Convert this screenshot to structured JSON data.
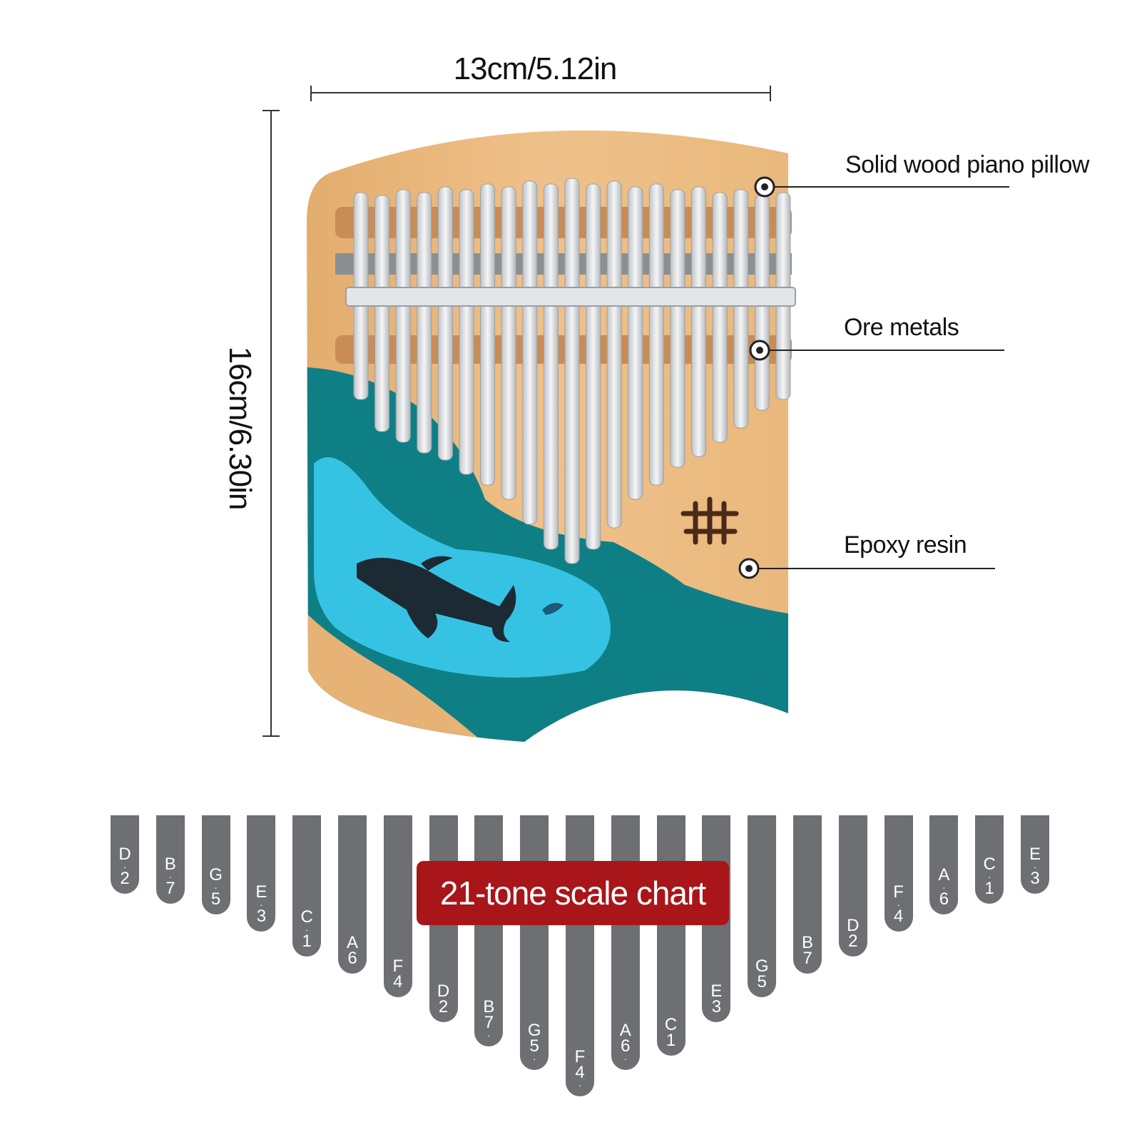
{
  "dimensions": {
    "width_label": "13cm/5.12in",
    "height_label": "16cm/6.30in"
  },
  "callouts": [
    {
      "label": "Solid wood piano pillow"
    },
    {
      "label": "Ore metals"
    },
    {
      "label": "Epoxy resin"
    }
  ],
  "colors": {
    "wood": "#e8b77a",
    "resin_dark": "#0f7f86",
    "resin_light": "#36c3e3",
    "tine_metal": "#d9dcdf",
    "key_gray": "#6e6f73",
    "banner_red": "#a8161a"
  },
  "scale_chart": {
    "title": "21-tone scale chart",
    "keys": [
      {
        "note": "D",
        "octave": "2",
        "mark": "dot-middle"
      },
      {
        "note": "B",
        "octave": "7",
        "mark": "dot-middle"
      },
      {
        "note": "G",
        "octave": "5",
        "mark": "dot-middle"
      },
      {
        "note": "E",
        "octave": "3",
        "mark": "dot-middle"
      },
      {
        "note": "C",
        "octave": "1",
        "mark": "dot-middle"
      },
      {
        "note": "A",
        "octave": "6",
        "mark": "none"
      },
      {
        "note": "F",
        "octave": "4",
        "mark": "none"
      },
      {
        "note": "D",
        "octave": "2",
        "mark": "none"
      },
      {
        "note": "B",
        "octave": "7",
        "mark": "dot-below"
      },
      {
        "note": "G",
        "octave": "5",
        "mark": "dot-below"
      },
      {
        "note": "F",
        "octave": "4",
        "mark": "dot-below"
      },
      {
        "note": "A",
        "octave": "6",
        "mark": "dot-below"
      },
      {
        "note": "C",
        "octave": "1",
        "mark": "none"
      },
      {
        "note": "E",
        "octave": "3",
        "mark": "none"
      },
      {
        "note": "G",
        "octave": "5",
        "mark": "none"
      },
      {
        "note": "B",
        "octave": "7",
        "mark": "none"
      },
      {
        "note": "D",
        "octave": "2",
        "mark": "none"
      },
      {
        "note": "F",
        "octave": "4",
        "mark": "dot-middle"
      },
      {
        "note": "A",
        "octave": "6",
        "mark": "dot-middle"
      },
      {
        "note": "C",
        "octave": "1",
        "mark": "dot-middle"
      },
      {
        "note": "E",
        "octave": "3",
        "mark": "dot-middle"
      }
    ]
  }
}
